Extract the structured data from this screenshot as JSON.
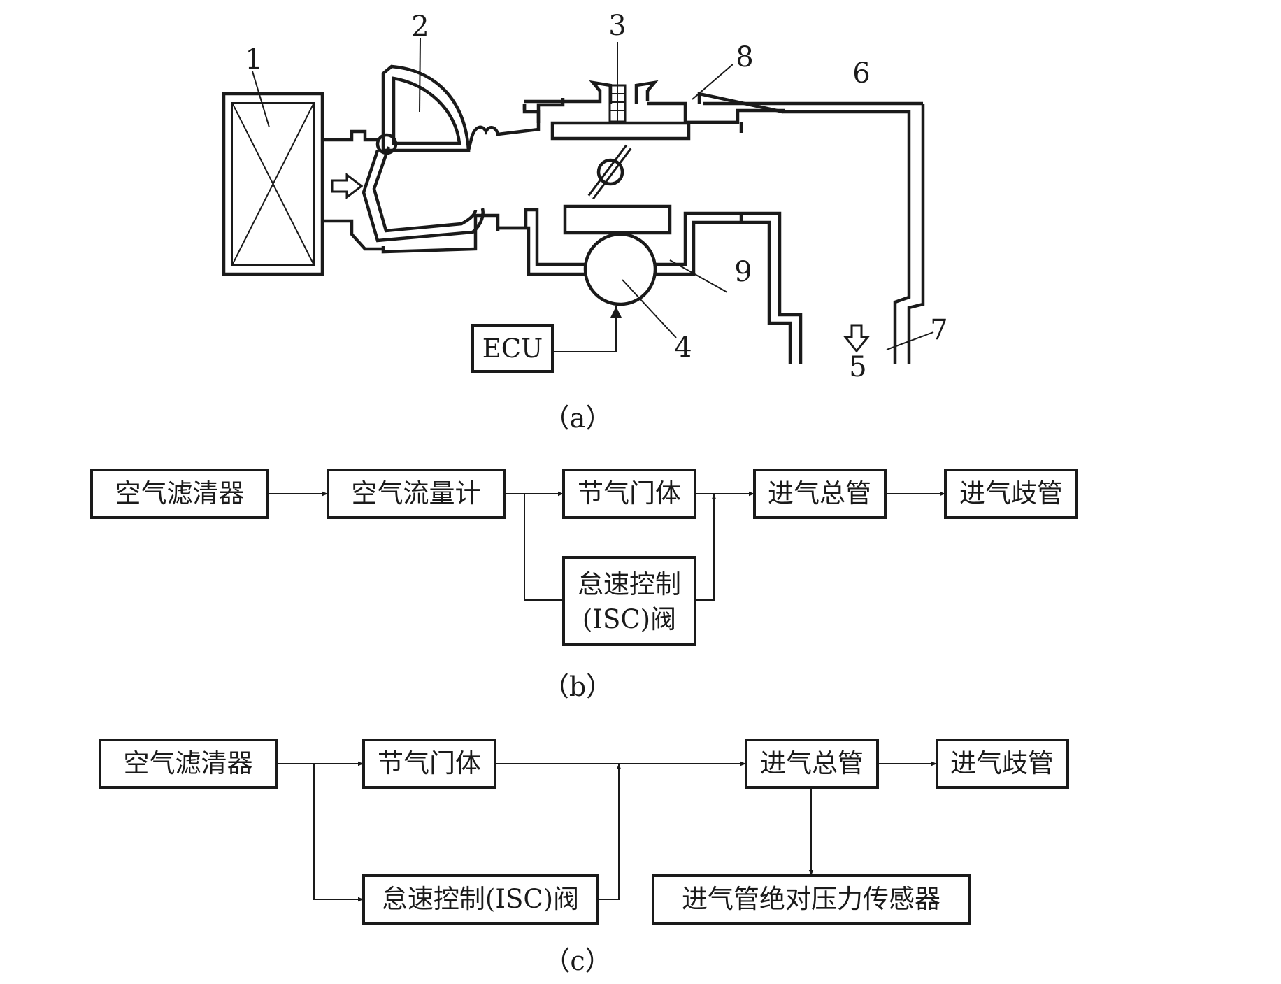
{
  "diagram_a": {
    "caption": "（a）",
    "ecu_label": "ECU",
    "labels": [
      "1",
      "2",
      "3",
      "4",
      "5",
      "6",
      "7",
      "8",
      "9"
    ]
  },
  "diagram_b": {
    "caption": "（b）",
    "nodes": {
      "air_filter": "空气滤清器",
      "air_flow_meter": "空气流量计",
      "throttle_body": "节气门体",
      "intake_plenum": "进气总管",
      "intake_manifold": "进气歧管",
      "isc_line1": "怠速控制",
      "isc_line2": "(ISC)阀"
    }
  },
  "diagram_c": {
    "caption": "（c）",
    "nodes": {
      "air_filter": "空气滤清器",
      "throttle_body": "节气门体",
      "intake_plenum": "进气总管",
      "intake_manifold": "进气歧管",
      "isc_valve": "怠速控制(ISC)阀",
      "map_sensor": "进气管绝对压力传感器"
    }
  }
}
